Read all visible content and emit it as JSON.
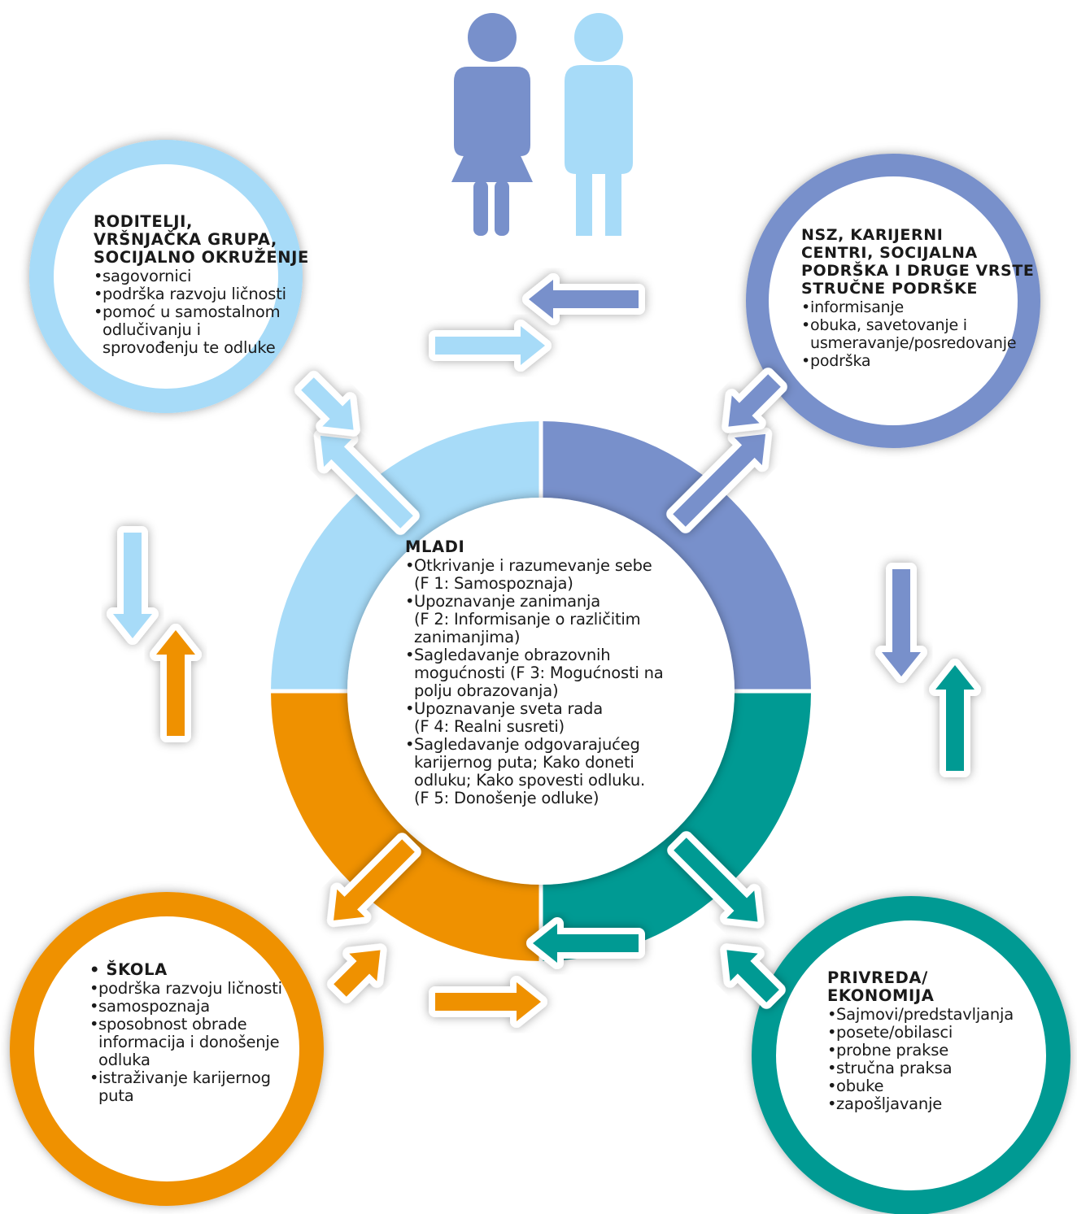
{
  "colors": {
    "light_blue": "#a7dbf8",
    "mid_blue": "#7890cb",
    "orange": "#ef9100",
    "teal": "#009a93",
    "arrow_outline": "#ffffff"
  },
  "icons": {
    "people": [
      "woman-figure-icon",
      "man-figure-icon"
    ]
  },
  "center": {
    "title": "MLADI",
    "items": [
      "Otkrivanje i razumevanje sebe\n(F 1: Samospoznaja)",
      "Upoznavanje zanimanja\n(F 2: Informisanje o različitim\nzanimanjima)",
      "Sagledavanje obrazovnih\nmogućnosti (F 3: Mogućnosti na\npolju obrazovanja)",
      "Upoznavanje sveta rada\n(F 4: Realni susreti)",
      "Sagledavanje odgovarajućeg\nkarijernog puta; Kako doneti\nodluku; Kako spovesti odluku.\n(F 5: Donošenje odluke)"
    ]
  },
  "top_left": {
    "title": "RODITELJI,\nVRŠNJAČKA GRUPA,\nSOCIJALNO OKRUŽENJE",
    "items": [
      "sagovornici",
      "podrška razvoju ličnosti",
      "pomoć u samostalnom\nodlučivanju i\nsprovođenju te odluke"
    ]
  },
  "top_right": {
    "title": "NSZ, KARIJERNI\nCENTRI, SOCIJALNA\nPODRŠKA I DRUGE VRSTE\nSTRUČNE PODRŠKE",
    "items": [
      "informisanje",
      "obuka, savetovanje i\nusmeravanje/posredovanje",
      "podrška"
    ]
  },
  "bottom_left": {
    "title": "• ŠKOLA",
    "items": [
      "podrška razvoju ličnosti",
      "samospoznaja",
      "sposobnost obrade\ninformacija i donošenje\nodluka",
      "istraživanje karijernog\nputa"
    ]
  },
  "bottom_right": {
    "title": "PRIVREDA/\nEKONOMIJA",
    "items": [
      "Sajmovi/predstavljanja",
      "posete/obilasci",
      "probne prakse",
      "stručna praksa",
      "obuke",
      "zapošljavanje"
    ]
  }
}
